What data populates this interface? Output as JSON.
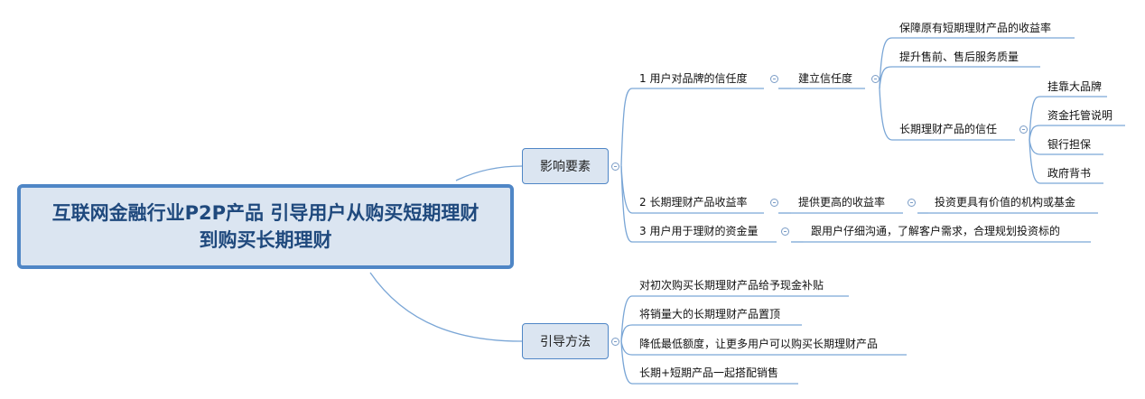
{
  "root": {
    "label": "互联网金融行业P2P产品 引导用户从购买短期理财到购买长期理财"
  },
  "branches": {
    "factors": {
      "label": "影响要素",
      "items": {
        "trust": {
          "label": "1 用户对品牌的信任度",
          "child": {
            "label": "建立信任度",
            "children": {
              "keep_yield": "保障原有短期理财产品的收益率",
              "service": "提升售前、售后服务质量",
              "long_trust": {
                "label": "长期理财产品的信任",
                "children": [
                  "挂靠大品牌",
                  "资金托管说明",
                  "银行担保",
                  "政府背书"
                ]
              }
            }
          }
        },
        "yield": {
          "label": "2 长期理财产品收益率",
          "child": {
            "label": "提供更高的收益率",
            "child": "投资更具有价值的机构或基金"
          }
        },
        "funds": {
          "label": "3 用户用于理财的资金量",
          "child": "跟用户仔细沟通，了解客户需求，合理规划投资标的"
        }
      }
    },
    "methods": {
      "label": "引导方法",
      "items": [
        "对初次购买长期理财产品给予现金补贴",
        "将销量大的长期理财产品置顶",
        "降低最低额度，让更多用户可以购买长期理财产品",
        "长期+短期产品一起搭配销售"
      ]
    }
  },
  "colors": {
    "line": "#7aa6d6",
    "box_border": "#4f86c6",
    "box_fill": "#dbe5f1",
    "root_text": "#1f497d"
  }
}
